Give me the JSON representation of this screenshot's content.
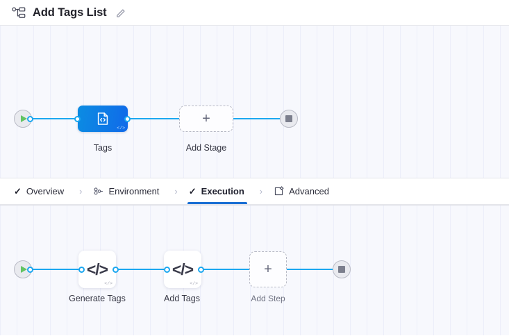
{
  "header": {
    "title": "Add Tags List",
    "pipeline_icon": "pipeline-icon",
    "edit_icon": "pencil-edit-icon"
  },
  "stage_canvas": {
    "start_node": {
      "icon": "play-icon",
      "name": "start-node"
    },
    "end_node": {
      "icon": "stop-icon",
      "name": "end-node"
    },
    "nodes": [
      {
        "label": "Tags",
        "type": "custom-stage",
        "icon": "code-file-icon",
        "badge": "</>"
      },
      {
        "label": "Add Stage",
        "type": "add",
        "icon": "plus-icon"
      }
    ]
  },
  "tabs": {
    "items": [
      {
        "label": "Overview",
        "icon": "check-icon",
        "active": false
      },
      {
        "label": "Environment",
        "icon": "environment-icon",
        "active": false
      },
      {
        "label": "Execution",
        "icon": "check-icon",
        "active": true
      },
      {
        "label": "Advanced",
        "icon": "advanced-gear-box-icon",
        "active": false
      }
    ],
    "separator": "›"
  },
  "step_canvas": {
    "start_node": {
      "icon": "play-icon",
      "name": "start-node"
    },
    "end_node": {
      "icon": "stop-icon",
      "name": "end-node"
    },
    "nodes": [
      {
        "label": "Generate Tags",
        "type": "step",
        "icon": "code-icon",
        "glyph": "</>",
        "badge": "</>"
      },
      {
        "label": "Add Tags",
        "type": "step",
        "icon": "code-icon",
        "glyph": "</>",
        "badge": "</>"
      },
      {
        "label": "Add Step",
        "type": "add",
        "icon": "plus-icon",
        "glyph": "+"
      }
    ]
  },
  "colors": {
    "accent_blue": "#1ba7f0",
    "stage_blue_start": "#0c8ce2",
    "stage_blue_end": "#1069e9",
    "tab_active_underline": "#1a6fd4",
    "play_green": "#63c363",
    "canvas_bg": "#f7f8fd"
  }
}
